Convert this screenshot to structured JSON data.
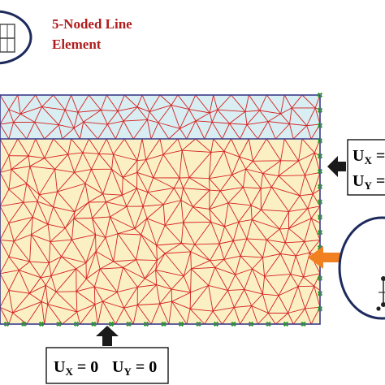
{
  "labels": {
    "element_line1": "5-Noded Line",
    "element_line2": "Element"
  },
  "boundary_conditions": {
    "bottom": {
      "ux_var": "U",
      "ux_sub": "X",
      "ux_val": " = 0",
      "uy_var": "U",
      "uy_sub": "Y",
      "uy_val": " = 0"
    },
    "right": {
      "ux_var": "U",
      "ux_sub": "X",
      "ux_val": " =",
      "uy_var": "U",
      "uy_sub": "Y",
      "uy_val": " ="
    }
  },
  "colors": {
    "soil_fill": "#fbf0c4",
    "top_layer_fill": "#d8eef2",
    "mesh_line": "#d42020",
    "boundary_line": "#3b3b8c",
    "node_marker": "#2c9a2c",
    "arrow_black": "#1a1a1a",
    "arrow_orange": "#f08020",
    "ellipse_stroke": "#1d2a5c",
    "label_red": "#b01c1c"
  },
  "icons": [
    "up-arrow-icon",
    "left-arrow-icon",
    "orange-load-arrow-icon",
    "node-marker-icon"
  ]
}
